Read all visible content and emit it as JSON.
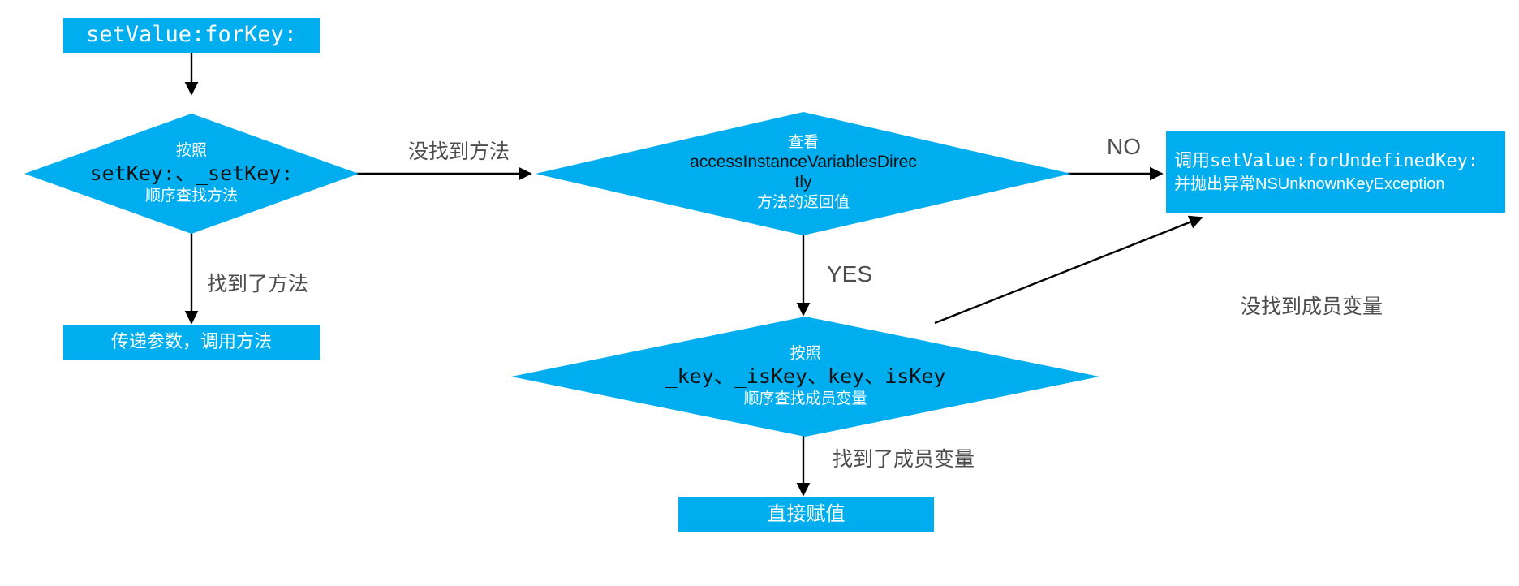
{
  "diagram": {
    "title": "setValue:forKey: KVC lookup flow",
    "accent_color": "#00AEEF",
    "edge_color": "#000000",
    "label_color": "#4d4d4d",
    "background": "#ffffff"
  },
  "nodes": {
    "start": {
      "shape": "rectangle",
      "text": "setValue:forKey:"
    },
    "find_setter": {
      "shape": "diamond",
      "line1": "按照",
      "line2": "setKey:、_setKey:",
      "line3": "顺序查找方法"
    },
    "call_method": {
      "shape": "rectangle",
      "text": "传递参数，调用方法"
    },
    "check_aivd": {
      "shape": "diamond",
      "line1": "查看",
      "line2": "accessInstanceVariablesDirec",
      "line3": "tly",
      "line4": "方法的返回值"
    },
    "undefined_key": {
      "shape": "rectangle",
      "line1_prefix": "调用",
      "line1_code": "setValue:forUndefinedKey:",
      "line2": "并抛出异常NSUnknownKeyException"
    },
    "find_ivar": {
      "shape": "diamond",
      "line1": "按照",
      "line2": "_key、_isKey、key、isKey",
      "line3": "顺序查找成员变量"
    },
    "assign": {
      "shape": "rectangle",
      "text": "直接赋值"
    }
  },
  "edges": [
    {
      "id": "start-to-find-setter",
      "label": ""
    },
    {
      "id": "find-setter-to-check-aivd",
      "label": "没找到方法"
    },
    {
      "id": "find-setter-to-call-method",
      "label": "找到了方法"
    },
    {
      "id": "check-aivd-to-undefined-key",
      "label": "NO"
    },
    {
      "id": "check-aivd-to-find-ivar",
      "label": "YES"
    },
    {
      "id": "find-ivar-to-assign",
      "label": "找到了成员变量"
    },
    {
      "id": "find-ivar-to-undefined-key",
      "label": "没找到成员变量"
    }
  ]
}
